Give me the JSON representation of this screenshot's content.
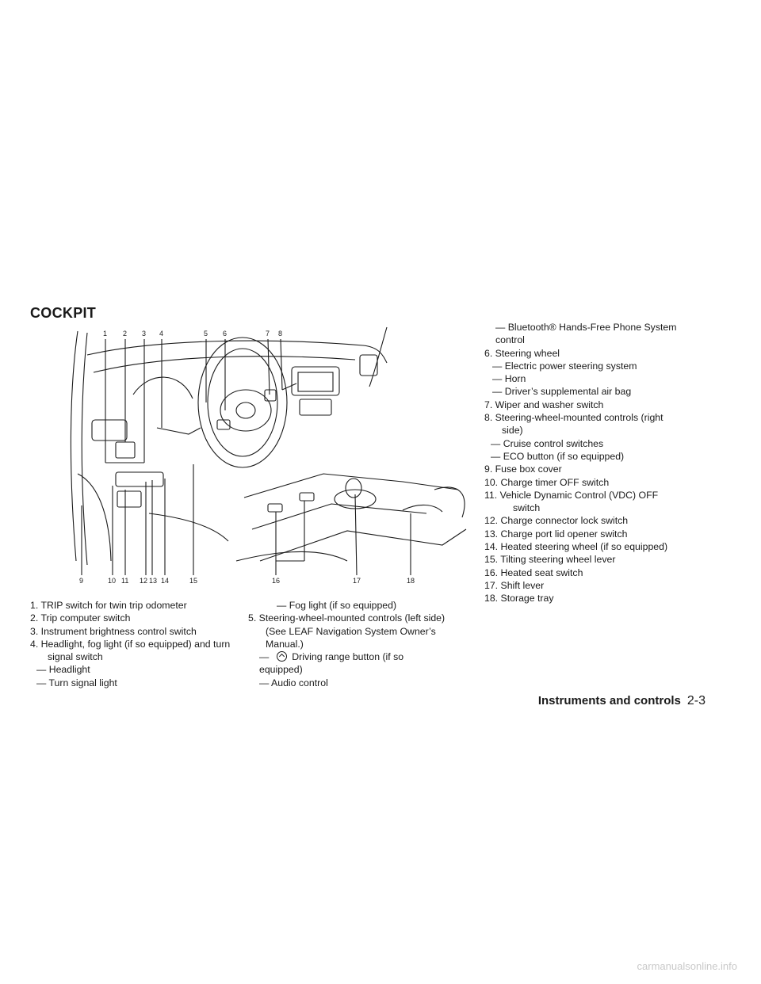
{
  "section_title": "COCKPIT",
  "callouts": {
    "top": [
      "1",
      "2",
      "3",
      "4",
      "5",
      "6",
      "7",
      "8"
    ],
    "bottom": [
      "9",
      "10",
      "11",
      "12",
      "13",
      "14",
      "15",
      "16",
      "17",
      "18"
    ]
  },
  "items_col1": [
    "1. TRIP switch for twin trip odometer",
    "2. Trip computer switch",
    "3. Instrument brightness control switch",
    "4. Headlight, fog light (if so equipped) and turn",
    "signal switch",
    "— Headlight",
    "— Turn signal light"
  ],
  "items_col2": [
    "— Fog light (if so equipped)",
    "5. Steering-wheel-mounted controls (left side)",
    "(See LEAF Navigation System Owner’s",
    "Manual.)",
    "—",
    "Driving range button (if so",
    "equipped)",
    "— Audio control"
  ],
  "items_col3": [
    "— Bluetooth® Hands-Free Phone System",
    "control",
    "6. Steering wheel",
    "— Electric power steering system",
    "— Horn",
    "— Driver’s supplemental air bag",
    "7. Wiper and washer switch",
    "8. Steering-wheel-mounted controls (right",
    "side)",
    "— Cruise control switches",
    "— ECO button (if so equipped)",
    "9. Fuse box cover",
    "10. Charge timer OFF switch",
    "11. Vehicle Dynamic Control (VDC) OFF",
    "switch",
    "12. Charge connector lock switch",
    "13. Charge port lid opener switch",
    "14. Heated steering wheel (if so equipped)",
    "15. Tilting steering wheel lever",
    "16. Heated seat switch",
    "17. Shift lever",
    "18. Storage tray"
  ],
  "footer": {
    "section": "Instruments and controls",
    "page": "2-3"
  },
  "watermark": "carmanualsonline.info",
  "icons": {
    "driving_range_button": "driving-range-button-icon"
  }
}
